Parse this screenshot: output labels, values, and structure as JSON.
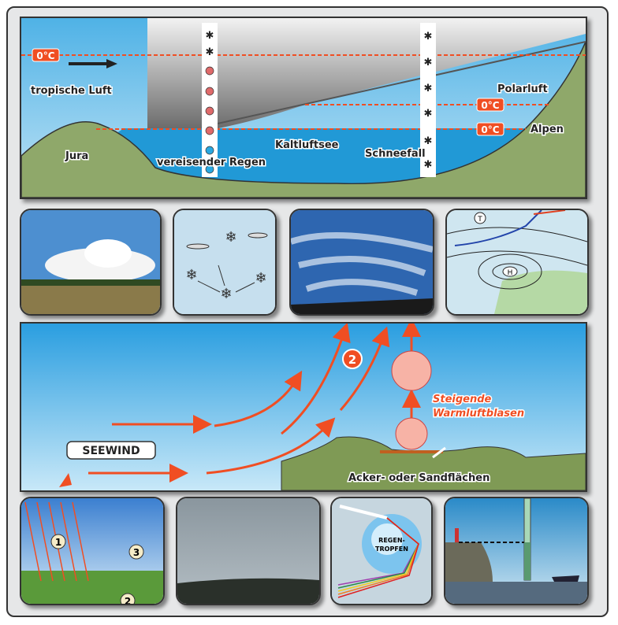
{
  "top_diagram": {
    "temp_label": "0°C",
    "tropical_air": "tropische Luft",
    "polar_air": "Polarluft",
    "alps": "Alpen",
    "jura": "Jura",
    "cold_air_lake": "Kaltluftsee",
    "freezing_rain": "vereisender Regen",
    "snowfall": "Schneefall"
  },
  "middle_diagram": {
    "seewind": "SEEWIND",
    "number": "2",
    "thermals": "Steigende Warmluftblasen",
    "fields": "Acker- oder Sandflächen"
  },
  "map_thumb": {
    "low": "T",
    "high": "H"
  },
  "sun_thumb": {
    "n1": "1",
    "n2": "2",
    "n3": "3"
  },
  "rainbow_thumb": {
    "drop_line1": "REGEN-",
    "drop_line2": "TROPFEN"
  },
  "colors": {
    "accent": "#f04e23",
    "water": "#2199d6",
    "land": "#8fa86a"
  }
}
